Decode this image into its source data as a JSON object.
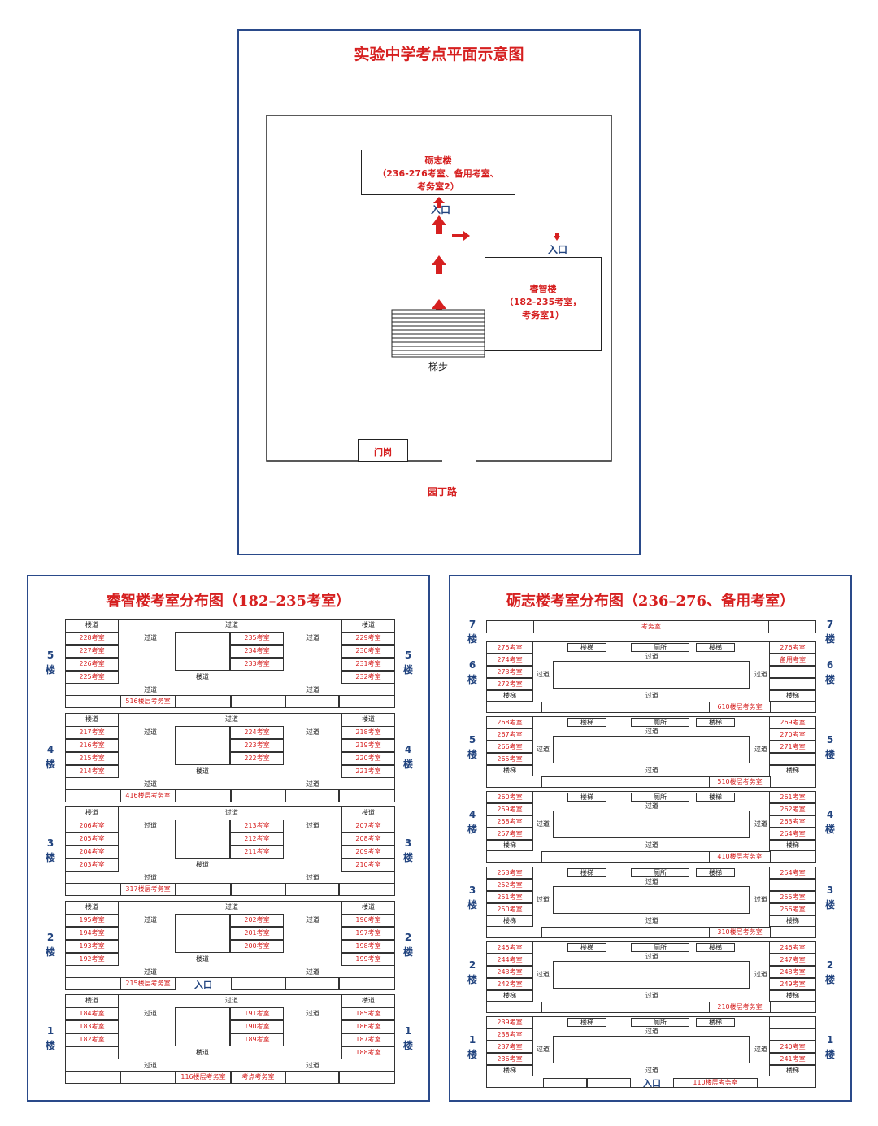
{
  "site": {
    "title": "实验中学考点平面示意图",
    "lizhi_name": "砺志楼",
    "lizhi_desc1": "（236-276考室、备用考室、",
    "lizhi_desc2": "考务室2）",
    "ruizhi_name": "睿智楼",
    "ruizhi_desc1": "（182-235考室，",
    "ruizhi_desc2": "考务室1）",
    "entrance": "入口",
    "steps": "梯步",
    "gate": "门岗",
    "road": "园丁路"
  },
  "labels": {
    "corridor": "过道",
    "stairs": "楼道",
    "stairs2": "楼梯",
    "toilet": "厕所",
    "entrance": "入口",
    "lou": "楼",
    "exam_office": "考务室",
    "venue_office": "考点考务室"
  },
  "ruizhi": {
    "title": "睿智楼考室分布图（182–235考室）",
    "floors": [
      {
        "num": "5",
        "left": [
          "228考室",
          "227考室",
          "226考室",
          "225考室"
        ],
        "mid": [
          "235考室",
          "234考室",
          "233考室"
        ],
        "right": [
          "229考室",
          "230考室",
          "231考室",
          "232考室"
        ],
        "office": "516楼层考务室"
      },
      {
        "num": "4",
        "left": [
          "217考室",
          "216考室",
          "215考室",
          "214考室"
        ],
        "mid": [
          "224考室",
          "223考室",
          "222考室"
        ],
        "right": [
          "218考室",
          "219考室",
          "220考室",
          "221考室"
        ],
        "office": "416楼层考务室"
      },
      {
        "num": "3",
        "left": [
          "206考室",
          "205考室",
          "204考室",
          "203考室"
        ],
        "mid": [
          "213考室",
          "212考室",
          "211考室"
        ],
        "right": [
          "207考室",
          "208考室",
          "209考室",
          "210考室"
        ],
        "office": "317楼层考务室"
      },
      {
        "num": "2",
        "left": [
          "195考室",
          "194考室",
          "193考室",
          "192考室"
        ],
        "mid": [
          "202考室",
          "201考室",
          "200考室"
        ],
        "right": [
          "196考室",
          "197考室",
          "198考室",
          "199考室"
        ],
        "office": "215楼层考务室"
      },
      {
        "num": "1",
        "left": [
          "184考室",
          "183考室",
          "182考室"
        ],
        "mid": [
          "191考室",
          "190考室",
          "189考室"
        ],
        "right": [
          "185考室",
          "186考室",
          "187考室",
          "188考室"
        ],
        "office": "116楼层考务室"
      }
    ]
  },
  "lizhi": {
    "title": "砺志楼考室分布图（236–276、备用考室）",
    "top_floor": "7",
    "floors": [
      {
        "num": "6",
        "left": [
          "275考室",
          "274考室",
          "273考室",
          "272考室"
        ],
        "right": [
          "276考室",
          "备用考室"
        ],
        "office": "610楼层考务室"
      },
      {
        "num": "5",
        "left": [
          "268考室",
          "267考室",
          "266考室",
          "265考室"
        ],
        "right": [
          "269考室",
          "270考室",
          "271考室"
        ],
        "office": "510楼层考务室"
      },
      {
        "num": "4",
        "left": [
          "260考室",
          "259考室",
          "258考室",
          "257考室"
        ],
        "right": [
          "261考室",
          "262考室",
          "263考室",
          "264考室"
        ],
        "office": "410楼层考务室"
      },
      {
        "num": "3",
        "left": [
          "253考室",
          "252考室",
          "251考室",
          "250考室"
        ],
        "right": [
          "254考室",
          "255考室",
          "256考室"
        ],
        "office": "310楼层考务室"
      },
      {
        "num": "2",
        "left": [
          "245考室",
          "244考室",
          "243考室",
          "242考室"
        ],
        "right": [
          "246考室",
          "247考室",
          "248考室",
          "249考室"
        ],
        "office": "210楼层考务室"
      },
      {
        "num": "1",
        "left": [
          "239考室",
          "238考室",
          "237考室",
          "236考室"
        ],
        "right": [
          "240考室",
          "241考室"
        ],
        "office": "110楼层考务室"
      }
    ]
  },
  "colors": {
    "accent_red": "#d62020",
    "frame_blue": "#2a4a8a",
    "floor_blue": "#22447f"
  }
}
